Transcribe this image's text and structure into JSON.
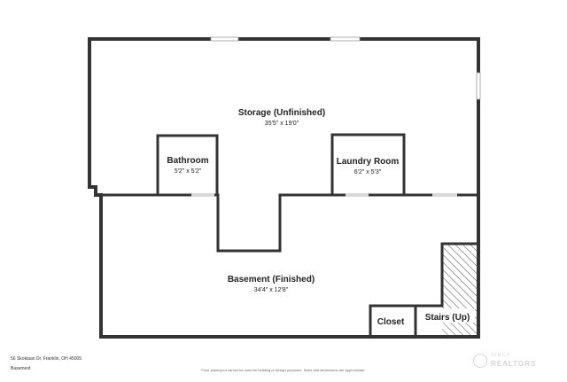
{
  "rooms": {
    "storage": {
      "name": "Storage (Unfinished)",
      "dims": "35'5\" x 19'0\""
    },
    "bathroom": {
      "name": "Bathroom",
      "dims": "5'2\" x 5'2\""
    },
    "laundry": {
      "name": "Laundry Room",
      "dims": "6'2\" x 5'3\""
    },
    "basement": {
      "name": "Basement (Finished)",
      "dims": "34'4\" x 12'8\""
    },
    "closet": {
      "name": "Closet"
    },
    "stairs": {
      "name": "Stairs (Up)"
    }
  },
  "footer": {
    "address": "56 Skokiaan Dr, Franklin, OH 45005",
    "floor": "Basement",
    "disclaimer": "Floor plans/your cannot be used for building or design purposes. Sizes and dimensions are approximate."
  },
  "brand": {
    "top": "SIBCY",
    "bottom": "REALTORS"
  },
  "colors": {
    "wall": "#333333",
    "hatch": "#555555",
    "window": "#bbbbbb"
  }
}
